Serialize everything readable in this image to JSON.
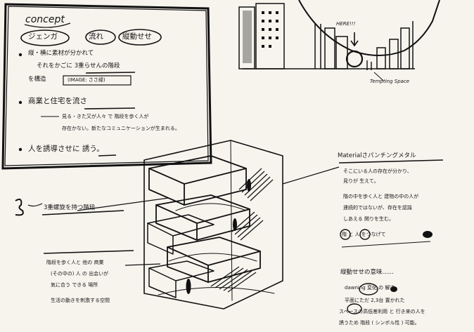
{
  "concept_box": {
    "heading": "concept",
    "keywords": [
      "ジェンガ",
      "流れ",
      "縦動せせ"
    ],
    "bullet1_line1": "縦・横に素材が分かれて",
    "bullet1_line2": "それをかごに 3重らせんの階段",
    "bullet1_line3": "を構造",
    "bullet1_boxed": "(IMAGE: ささ緑)",
    "bullet2_heading": "商業と住宅を流さ",
    "bullet2_line1": "見る・きた又が人々 で 階段を歩く人が",
    "bullet2_line2": "存在かない。新たなコミュニケーションが生まれる。",
    "bullet3": "人を誘導させに 誘う。"
  },
  "top_right": {
    "here_label": "HERE!!!",
    "caption": "Tempting Space"
  },
  "right_notes": {
    "material_heading": "Materialさパンチングメタル",
    "material_line1": "そこにいる人の存在が分かり、",
    "material_line2": "見りが 生えて。",
    "material_line3": "階の中を歩く人と 建物の中の人が",
    "material_line4": "連続的ではないが、存在を認識",
    "material_line5": "しあえる 関りを生む。",
    "material_line6": "階 と 人 をつなげて",
    "reason_heading": "縦動せせの意味......",
    "reason_line1": "dawning 変化 の 解決",
    "reason_line2": "平面にただ 2,3台 置かれた",
    "reason_line3": "スペースの高低差利用 と 行き来の人を",
    "reason_line4": "誘うため 階段 ( シンボル性 ) 可能。"
  },
  "left_notes": {
    "number": "③",
    "triple_label": "3重螺旋を持つ階段",
    "stair_note_line1": "階段を歩く人と 他の 商業",
    "stair_note_line2": "(その中の) 人 の 出会いが",
    "stair_note_line3": "気に合う できる 場所",
    "bottom_note": "生活の動きを刺激する空間"
  }
}
